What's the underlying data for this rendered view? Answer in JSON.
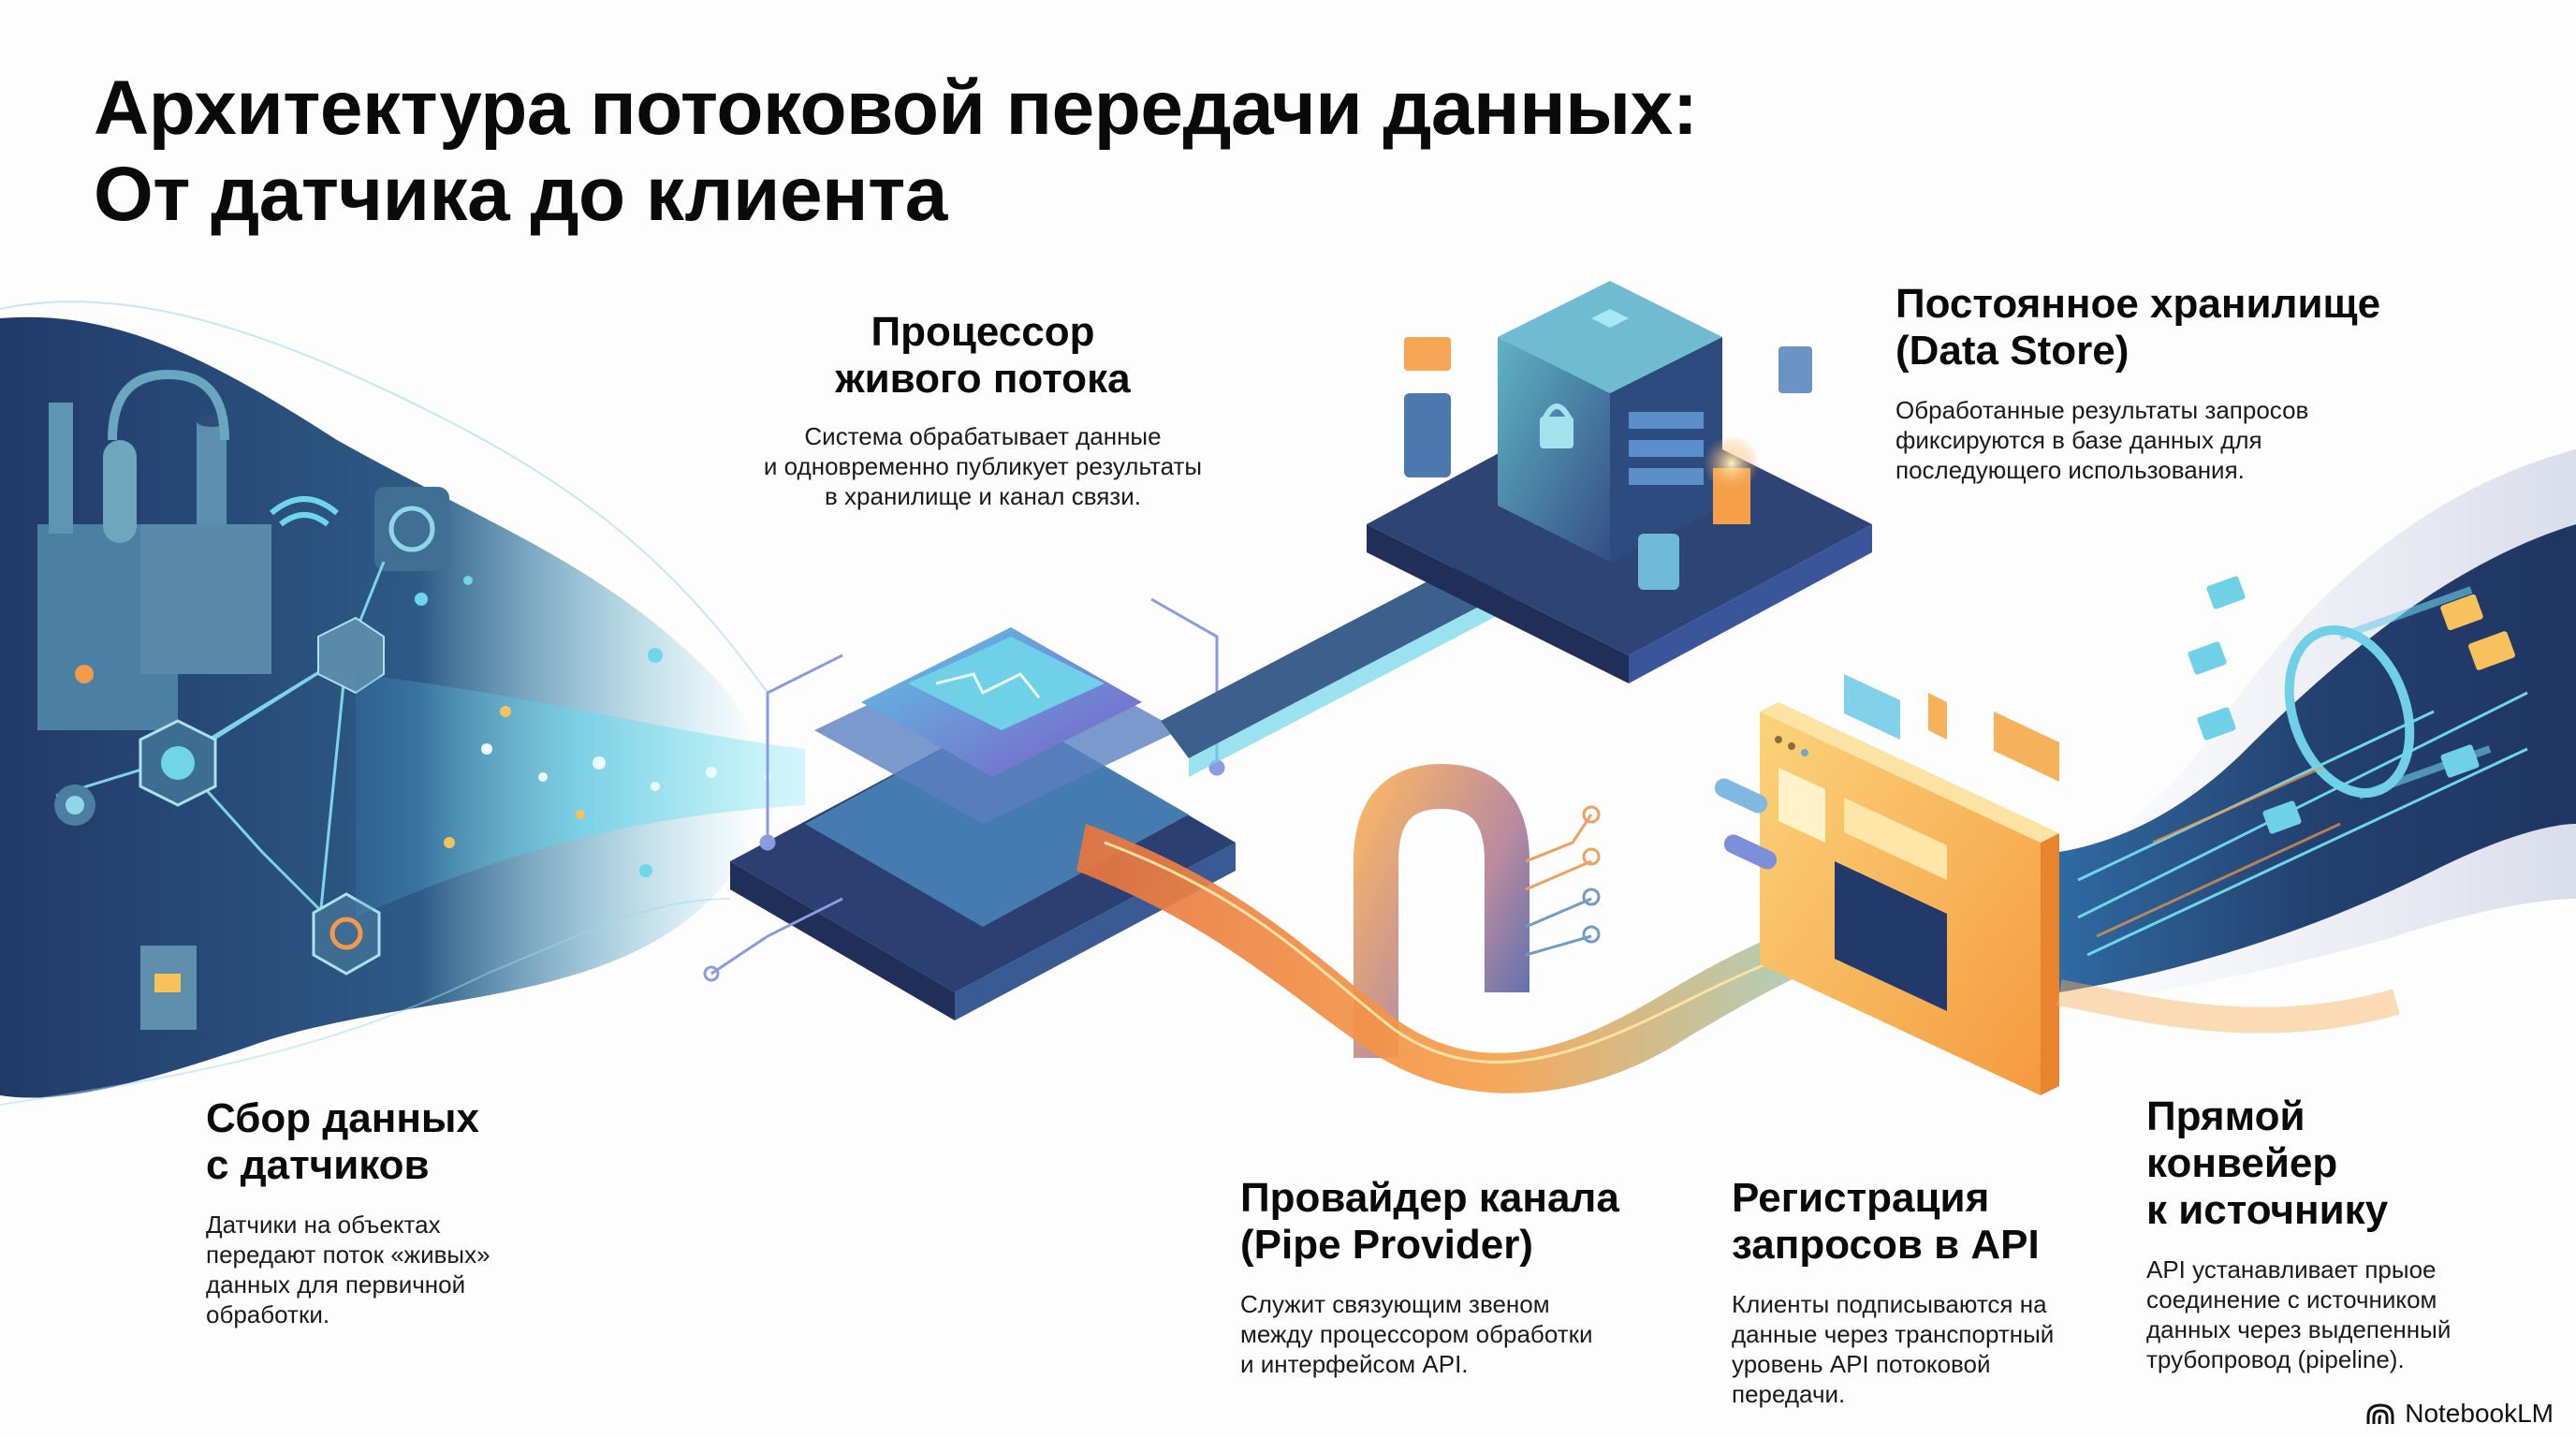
{
  "header": {
    "title_line1": "Архитектура потоковой передачи данных:",
    "title_line2": "От датчика до клиента"
  },
  "stages": {
    "processor": {
      "title_lines": [
        "Процессор",
        "живого потока"
      ],
      "desc_lines": [
        "Система обрабатывает данные",
        "и одновременно публикует результаты",
        "в хранилище и канал связи."
      ]
    },
    "data_store": {
      "title_lines": [
        "Постоянное хранилище",
        "(Data Store)"
      ],
      "desc_lines": [
        "Обработанные результаты запросов",
        "фиксируются в базе данных для",
        "последующего использования."
      ]
    },
    "sensors": {
      "title_lines": [
        "Сбор данных",
        "с датчиков"
      ],
      "desc_lines": [
        "Датчики на объектах",
        "передают поток «живых»",
        "данных для первичной",
        "обработки."
      ]
    },
    "pipe_provider": {
      "title_lines": [
        "Провайдер канала",
        "(Pipe Provider)"
      ],
      "desc_lines": [
        "Служит связующим звеном",
        "между процессором обработки",
        "и интерфейсом API."
      ]
    },
    "api_registration": {
      "title_lines": [
        "Регистрация",
        "запросов в API"
      ],
      "desc_lines": [
        "Клиенты подписываются на",
        "данные через транспортный",
        "уровень API потоковой",
        "передачи."
      ]
    },
    "direct_pipeline": {
      "title_lines": [
        "Прямой",
        "конвейер",
        "к источнику"
      ],
      "desc_lines": [
        "API устанавливает прыое",
        "соединение с источником",
        "данных через выдепенный",
        "трубопровод (pipeline)."
      ]
    }
  },
  "illustrations": {
    "sensor_factory": "factory-sensor-network-icon",
    "stream_processor": "layered-chip-processor-icon",
    "data_store": "secure-database-vault-icon",
    "pipe_provider": "arch-pipe-connector-icon",
    "api_window": "api-browser-window-icon",
    "client_pipeline": "tube-pipeline-messages-icon"
  },
  "colors": {
    "navy": "#1f3563",
    "deep_navy": "#223a6b",
    "teal": "#5ec9e0",
    "cyan_glow": "#7fe0ef",
    "steel_blue": "#4a7aa6",
    "violet": "#7a6bc4",
    "orange": "#f29a4a",
    "amber": "#f7c25b",
    "text": "#0a0a0a"
  },
  "brand": {
    "label": "NotebookLM"
  }
}
